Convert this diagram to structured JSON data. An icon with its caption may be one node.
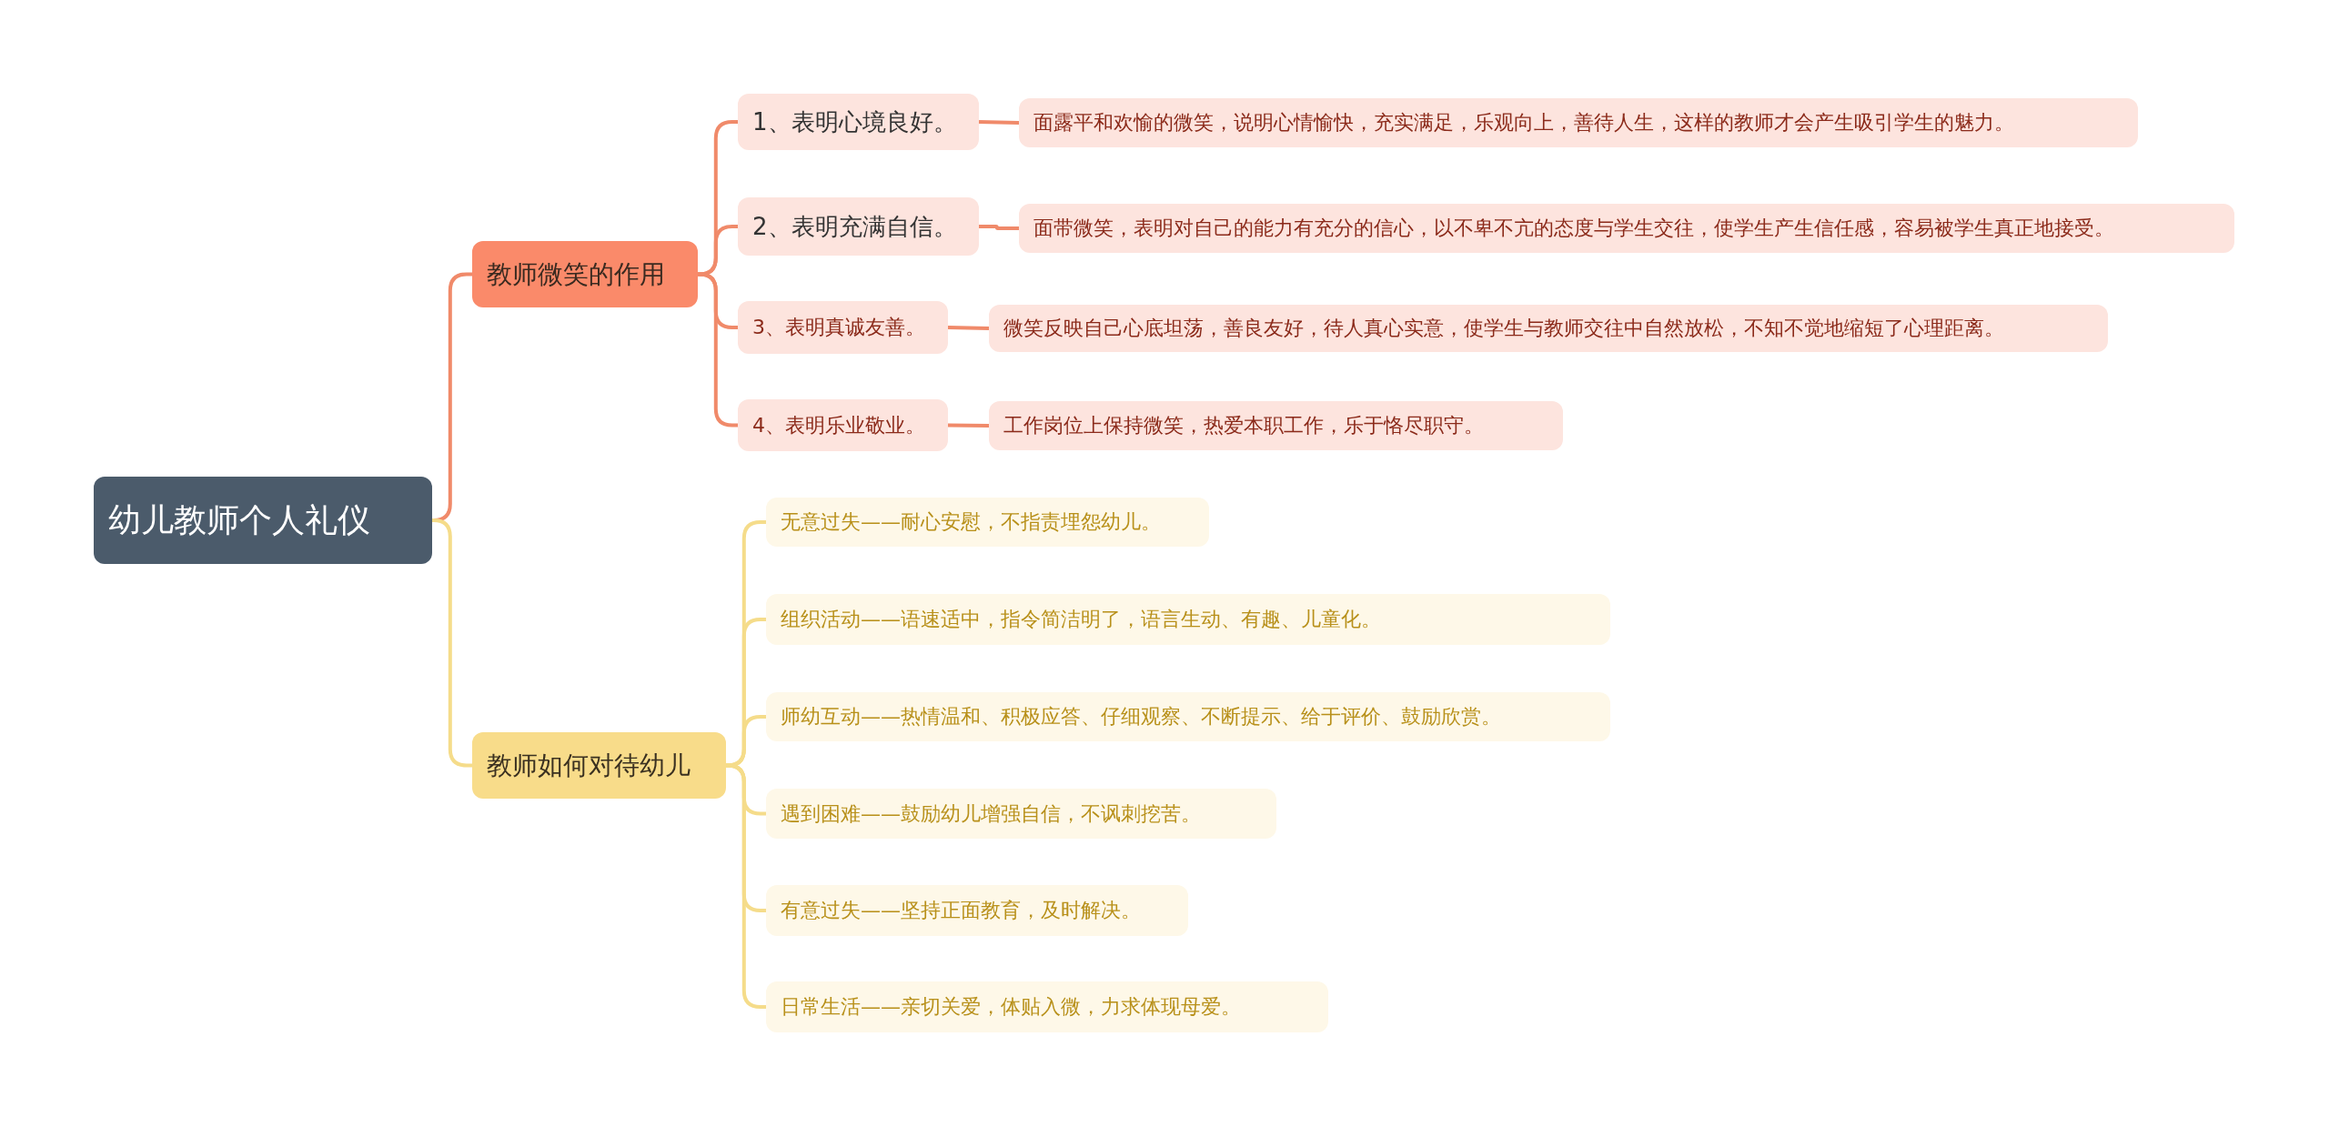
{
  "diagram": {
    "nodes": [
      {
        "text": [
          "幼儿教师个人礼仪"
        ]
      },
      {
        "text": [
          "教师微笑的作用"
        ]
      },
      {
        "text": [
          "1、表明心境良好。"
        ]
      },
      {
        "text": [
          "面露平和欢愉的微笑，说明心情愉快，充实满足，乐观向上，善待人生，这样的教师才会产生吸引学生的魅力。"
        ]
      },
      {
        "text": [
          "2、表明充满自信。"
        ]
      },
      {
        "text": [
          "面带微笑，表明对自己的能力有充分的信心，以不卑不亢的态度与学生交往，使学生产生信任感，容易被学生真正地接受。"
        ]
      },
      {
        "text": [
          "3、表明真诚友善。"
        ]
      },
      {
        "text": [
          "微笑反映自己心底坦荡，善良友好，待人真心实意，使学生与教师交往中自然放松，不知不觉地缩短了心理距离。"
        ]
      },
      {
        "text": [
          "4、表明乐业敬业。"
        ]
      },
      {
        "text": [
          "工作岗位上保持微笑，热爱本职工作，乐于恪尽职守。"
        ]
      },
      {
        "text": [
          "教师如何对待幼儿"
        ]
      },
      {
        "text": [
          "无意过失——耐心安慰，不指责埋怨幼儿。"
        ]
      },
      {
        "text": [
          "组织活动——语速适中，指令简洁明了，语言生动、有趣、儿童化。"
        ]
      },
      {
        "text": [
          "师幼互动——热情温和、积极应答、仔细观察、不断提示、给于评价、鼓励欣赏。"
        ]
      },
      {
        "text": [
          "遇到困难——鼓励幼儿增强自信，不讽刺挖苦。"
        ]
      },
      {
        "text": [
          "有意过失——坚持正面教育，及时解决。"
        ]
      },
      {
        "text": [
          "日常生活——亲切关爱，体贴入微，力求体现母爱。"
        ]
      }
    ],
    "edges": [
      {
        "from": 0,
        "to": 1,
        "arrow": "none"
      },
      {
        "from": 1,
        "to": 2,
        "arrow": "none"
      },
      {
        "from": 2,
        "to": 3,
        "arrow": "none"
      },
      {
        "from": 1,
        "to": 4,
        "arrow": "none"
      },
      {
        "from": 4,
        "to": 5,
        "arrow": "none"
      },
      {
        "from": 1,
        "to": 6,
        "arrow": "none"
      },
      {
        "from": 6,
        "to": 7,
        "arrow": "none"
      },
      {
        "from": 1,
        "to": 8,
        "arrow": "none"
      },
      {
        "from": 8,
        "to": 9,
        "arrow": "none"
      },
      {
        "from": 0,
        "to": 10,
        "arrow": "none",
        "color": "#f5dc8a"
      },
      {
        "from": 10,
        "to": 11,
        "arrow": "none",
        "color": "#f5dc8a"
      },
      {
        "from": 10,
        "to": 12,
        "arrow": "none",
        "color": "#f5dc8a"
      },
      {
        "from": 10,
        "to": 13,
        "arrow": "none",
        "color": "#f5dc8a"
      },
      {
        "from": 10,
        "to": 14,
        "arrow": "none",
        "color": "#f5dc8a"
      },
      {
        "from": 10,
        "to": 15,
        "arrow": "none",
        "color": "#f5dc8a"
      },
      {
        "from": 10,
        "to": 16,
        "arrow": "none",
        "color": "#f5dc8a"
      }
    ]
  }
}
